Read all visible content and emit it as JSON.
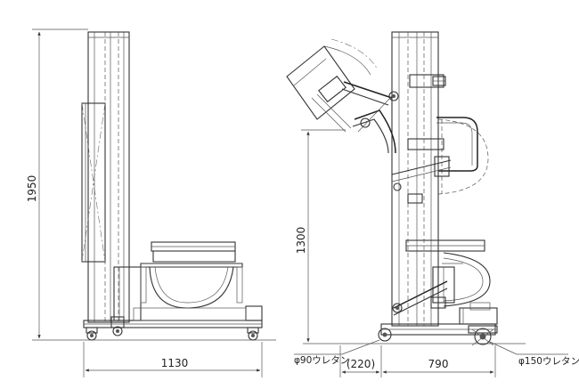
{
  "dimensions": {
    "side_height": "1950",
    "side_width": "1130",
    "front_height": "1300",
    "front_offset": "(220)",
    "front_width": "790"
  },
  "annotations": {
    "front_caster": "φ90ウレタン",
    "rear_caster": "φ150ウレタン"
  },
  "colors": {
    "line": "#333333",
    "background": "#ffffff"
  }
}
